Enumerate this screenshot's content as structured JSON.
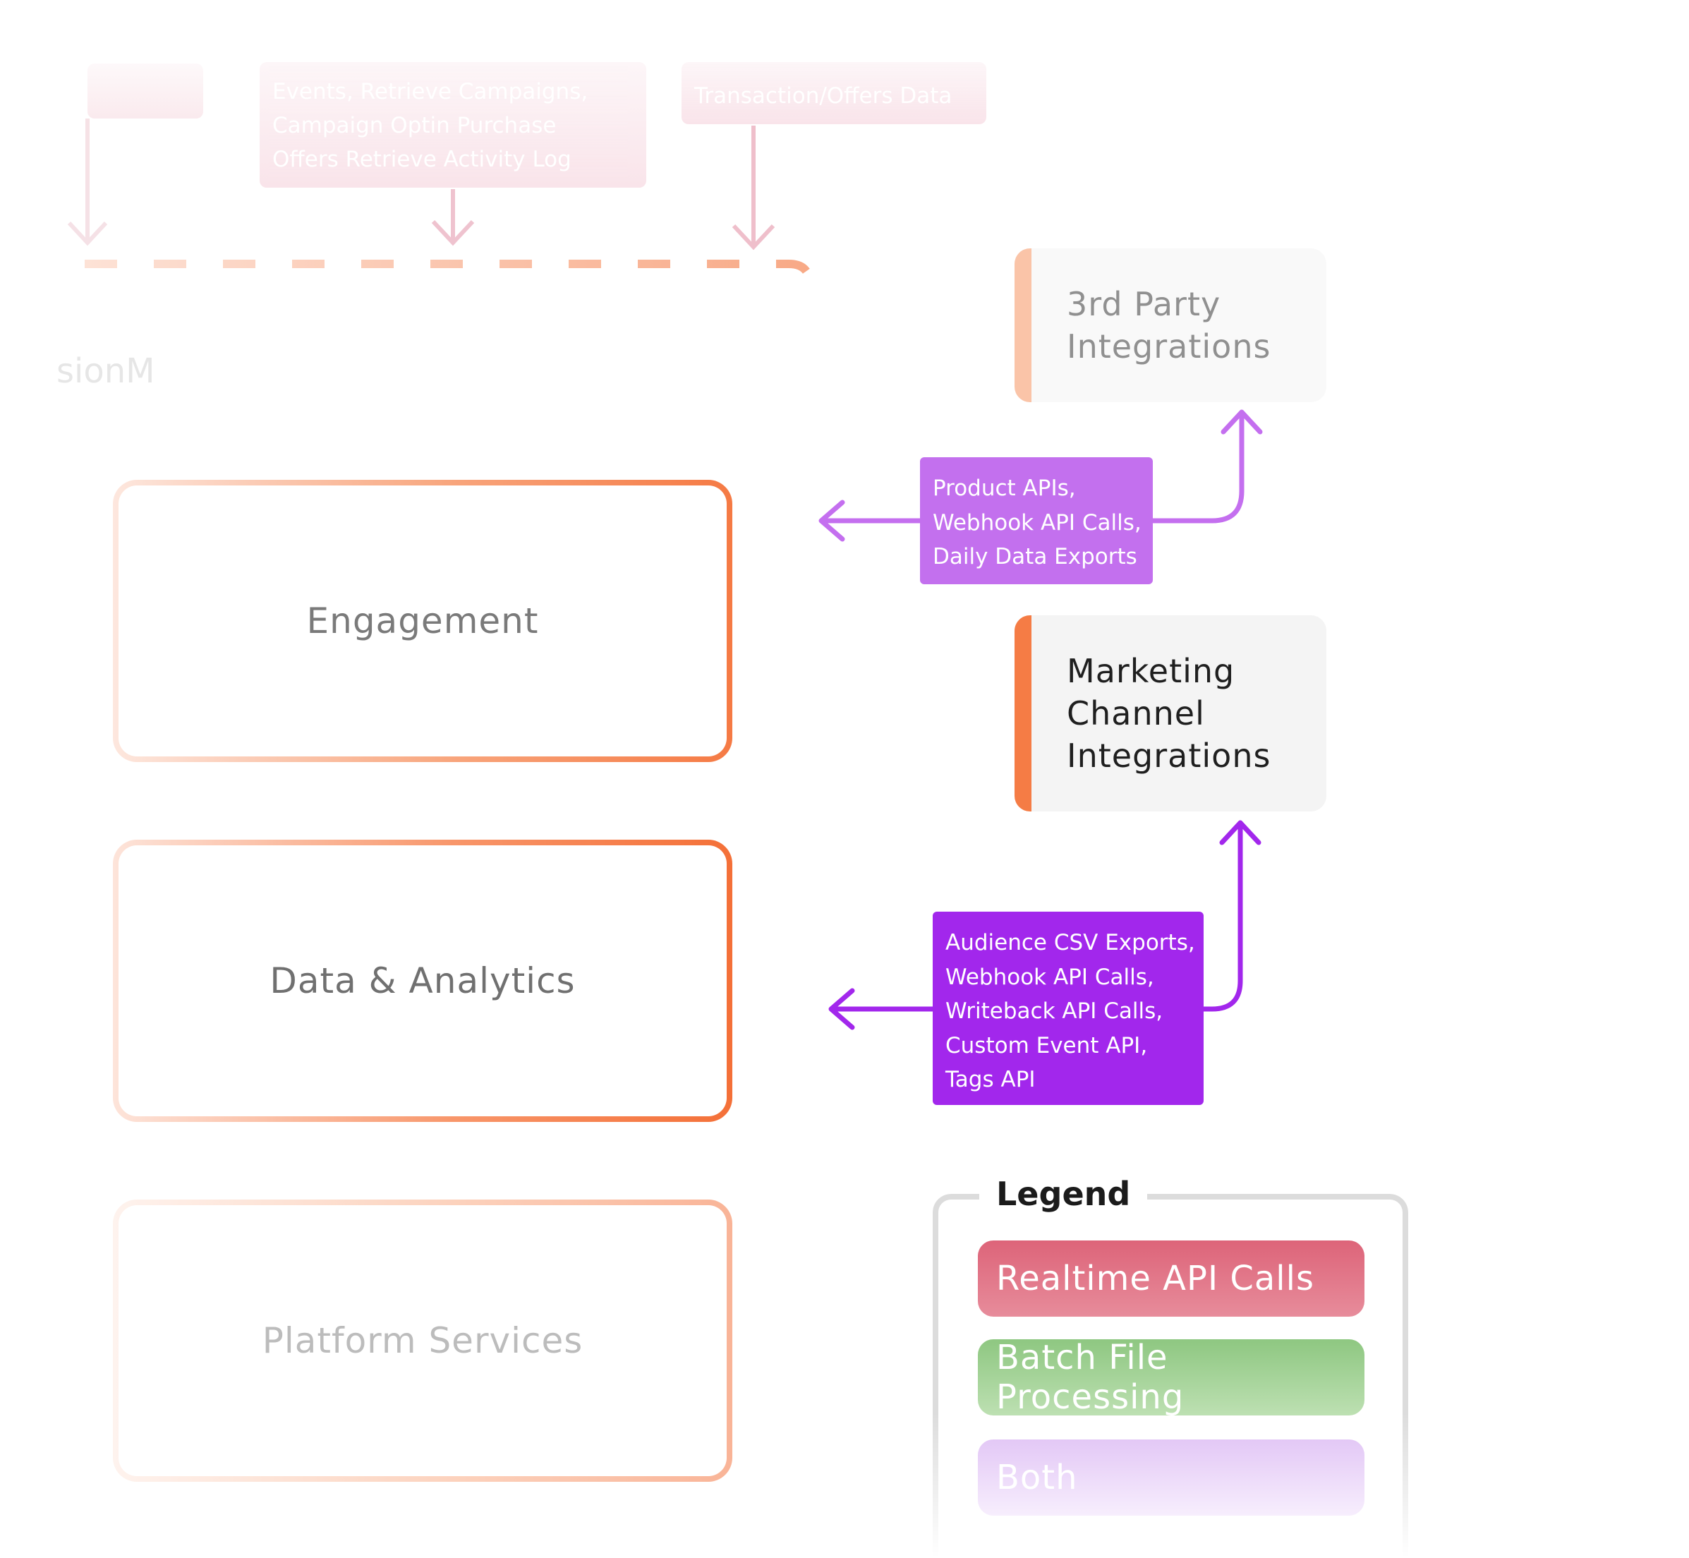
{
  "top_labels": {
    "left_fragment": "",
    "events": "Events, Retrieve Campaigns,\nCampaign Optin Purchase\nOffers Retrieve Activity Log",
    "transaction": "Transaction/Offers Data"
  },
  "platform_name": "sionM",
  "modules": {
    "engagement": "Engagement",
    "data_analytics": "Data & Analytics",
    "platform_services": "Platform Services"
  },
  "integrations": {
    "third_party": [
      "3rd Party",
      "Integrations"
    ],
    "marketing": [
      "Marketing",
      "Channel",
      "Integrations"
    ]
  },
  "api_labels": {
    "product": [
      "Product APIs,",
      "Webhook API Calls,",
      "Daily Data Exports"
    ],
    "audience": [
      "Audience CSV Exports,",
      "Webhook API Calls,",
      "Writeback API Calls,",
      "Custom Event API,",
      "Tags API"
    ]
  },
  "legend": {
    "title": "Legend",
    "items": {
      "realtime": "Realtime API Calls",
      "batch": "Batch File Processing",
      "both": "Both"
    }
  },
  "colors": {
    "boundary_dash": "#f5956a",
    "arrow_light_purple": "#c46fef",
    "arrow_purple": "#a227ec",
    "arrow_pink": "#eebcc8"
  }
}
